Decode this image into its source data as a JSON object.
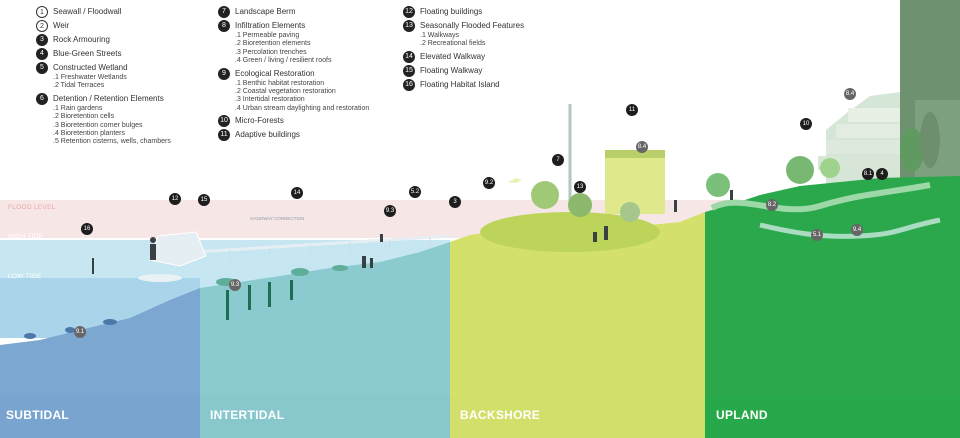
{
  "legend": {
    "column1": [
      {
        "num": "1",
        "style": "open",
        "title": "Seawall / Floodwall",
        "subs": []
      },
      {
        "num": "2",
        "style": "open",
        "title": "Weir",
        "subs": []
      },
      {
        "num": "3",
        "style": "filled",
        "title": "Rock Armouring",
        "subs": []
      },
      {
        "num": "4",
        "style": "filled",
        "title": "Blue-Green Streets",
        "subs": []
      },
      {
        "num": "5",
        "style": "filled",
        "title": "Constructed Wetland",
        "subs": [
          ".1 Freshwater Wetlands",
          ".2 Tidal Terraces"
        ]
      },
      {
        "num": "6",
        "style": "filled",
        "title": "Detention / Retention Elements",
        "subs": [
          ".1 Rain gardens",
          ".2 Bioretention cells",
          ".3 Bioretention corner bulges",
          ".4 Bioretention planters",
          ".5 Retention cisterns, wells, chambers"
        ]
      }
    ],
    "column2": [
      {
        "num": "7",
        "style": "filled",
        "title": "Landscape Berm",
        "subs": []
      },
      {
        "num": "8",
        "style": "filled",
        "title": "Infiltration Elements",
        "subs": [
          ".1 Permeable paving",
          ".2 Bioretention elements",
          ".3 Percolation trenches",
          ".4 Green / living / resilient roofs"
        ]
      },
      {
        "num": "9",
        "style": "filled",
        "title": "Ecological Restoration",
        "subs": [
          ".1 Benthic habitat restoration",
          ".2 Coastal vegetation restoration",
          ".3 Intertidal restoration",
          ".4 Urban stream daylighting and restoration"
        ]
      },
      {
        "num": "10",
        "style": "filled",
        "title": "Micro-Forests",
        "subs": []
      },
      {
        "num": "11",
        "style": "filled",
        "title": "Adaptive buildings",
        "subs": []
      }
    ],
    "column3": [
      {
        "num": "12",
        "style": "filled",
        "title": "Floating buildings",
        "subs": []
      },
      {
        "num": "13",
        "style": "filled",
        "title": "Seasonally Flooded Features",
        "subs": [
          ".1 Walkways",
          ".2 Recreational fields"
        ]
      },
      {
        "num": "14",
        "style": "filled",
        "title": "Elevated Walkway",
        "subs": []
      },
      {
        "num": "15",
        "style": "filled",
        "title": "Floating Walkway",
        "subs": []
      },
      {
        "num": "16",
        "style": "filled",
        "title": "Floating Habitat Island",
        "subs": []
      }
    ]
  },
  "levels": {
    "flood": "FLOOD LEVEL",
    "high": "HIGH TIDE",
    "low": "LOW TIDE"
  },
  "connection": "GANGWAY CONNECTION",
  "zones": {
    "subtidal": "SUBTIDAL",
    "intertidal": "INTERTIDAL",
    "backshore": "BACKSHORE",
    "upland": "UPLAND"
  },
  "markers": {
    "m16": "16",
    "m12": "12",
    "m15": "15",
    "m14": "14",
    "m93": "9.3",
    "m52": "5.2",
    "m3": "3",
    "m92": "9.2",
    "m7": "7",
    "m13": "13",
    "m11": "11",
    "m84a": "8.4",
    "m10": "10",
    "m84b": "8.4",
    "m81": "8.1",
    "m4": "4",
    "m82": "8.2",
    "m51": "5.1",
    "m94": "9.4",
    "m93b": "9.3",
    "m91": "9.1"
  },
  "colors": {
    "subtidal": "#79a4cf",
    "intertidal": "#88c7cc",
    "backshore": "#d2df6a",
    "upland": "#27a84a",
    "water": "#bfe3f0",
    "flood_band": "#f6e1e1",
    "building": "#6b8f6d"
  }
}
